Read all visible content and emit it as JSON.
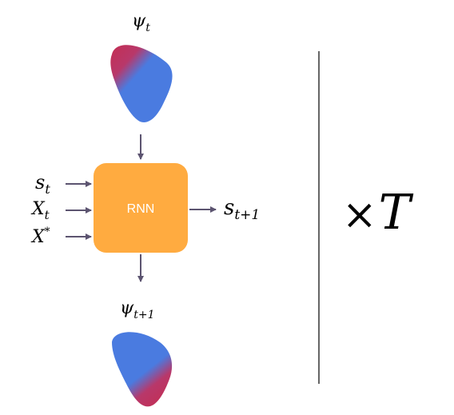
{
  "diagram": {
    "psi_top": {
      "base": "ψ",
      "sub": "t"
    },
    "psi_bottom": {
      "base": "ψ",
      "sub": "t+1"
    },
    "rnn": {
      "label": "RNN"
    },
    "inputs": [
      {
        "base": "s",
        "sub": "t",
        "sup": ""
      },
      {
        "base": "X",
        "sub": "t",
        "sup": ""
      },
      {
        "base": "X",
        "sub": "",
        "sup": "*"
      }
    ],
    "output": {
      "base": "s",
      "sub": "t+1"
    },
    "repeat": {
      "times": "×",
      "symbol": "T"
    },
    "colors": {
      "rnn_fill": "#FFAB40",
      "arrow": "#5C5470",
      "divider": "#666666",
      "blob_blue": "#4A7BE0",
      "blob_red": "#C0315A"
    }
  }
}
